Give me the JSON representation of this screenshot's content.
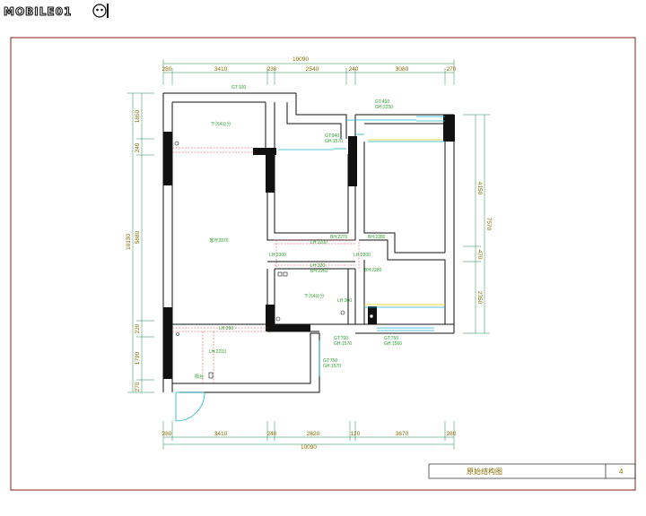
{
  "logo": {
    "text": "MOBILE01"
  },
  "title_block": {
    "title": "原始结构图",
    "sheet_no": "4"
  },
  "dimensions": {
    "top_total": "10090",
    "top_segments": [
      "280",
      "3410",
      "230",
      "2540",
      "240",
      "3080",
      "270"
    ],
    "bottom_total": "10090",
    "bottom_segments": [
      "280",
      "3410",
      "240",
      "2620",
      "120",
      "3670",
      "280"
    ],
    "left_total": "10130",
    "left_segments": [
      "1650",
      "240",
      "5880",
      "220",
      "1790",
      "270"
    ],
    "right_total": "7570",
    "right_segments": [
      "4150",
      "470",
      "2350"
    ]
  },
  "rooms": {
    "living": "客厅2870",
    "top_left": "下沉4公分",
    "bath": "下沉4公分",
    "balcony": "阳台"
  },
  "annotations": {
    "gt100": "GT:100",
    "gt450": "GT:450",
    "gh2250": "GH:2250",
    "gt940": "GT:940",
    "gh1570_a": "GH:1570",
    "bh2270": "BH:2270",
    "bh2280": "BH:2280",
    "lh2200_a": "LH:2200",
    "lh2200_b": "LH:2200",
    "lh220": "LH:220",
    "bh2280_b": "BH:2280",
    "bh2260": "BH:2260",
    "lh300": "LH:300",
    "lh2300": "LH:2300",
    "gt700": "GT:700",
    "gh1570_b": "GH:1570",
    "gt750_a": "GT:750",
    "gh1560": "GH:1560",
    "gt750_b": "GT:750",
    "gh1570_c": "GH:1570",
    "lh200": "LH:200",
    "lh2210": "LH:2210"
  },
  "colors": {
    "frame": "#8b1a1a",
    "wall": "#111111",
    "dimension": "#1f8a4c",
    "window": "#1ab0c8",
    "dashed": "#d23a3a",
    "label": "#2a9d2a"
  }
}
